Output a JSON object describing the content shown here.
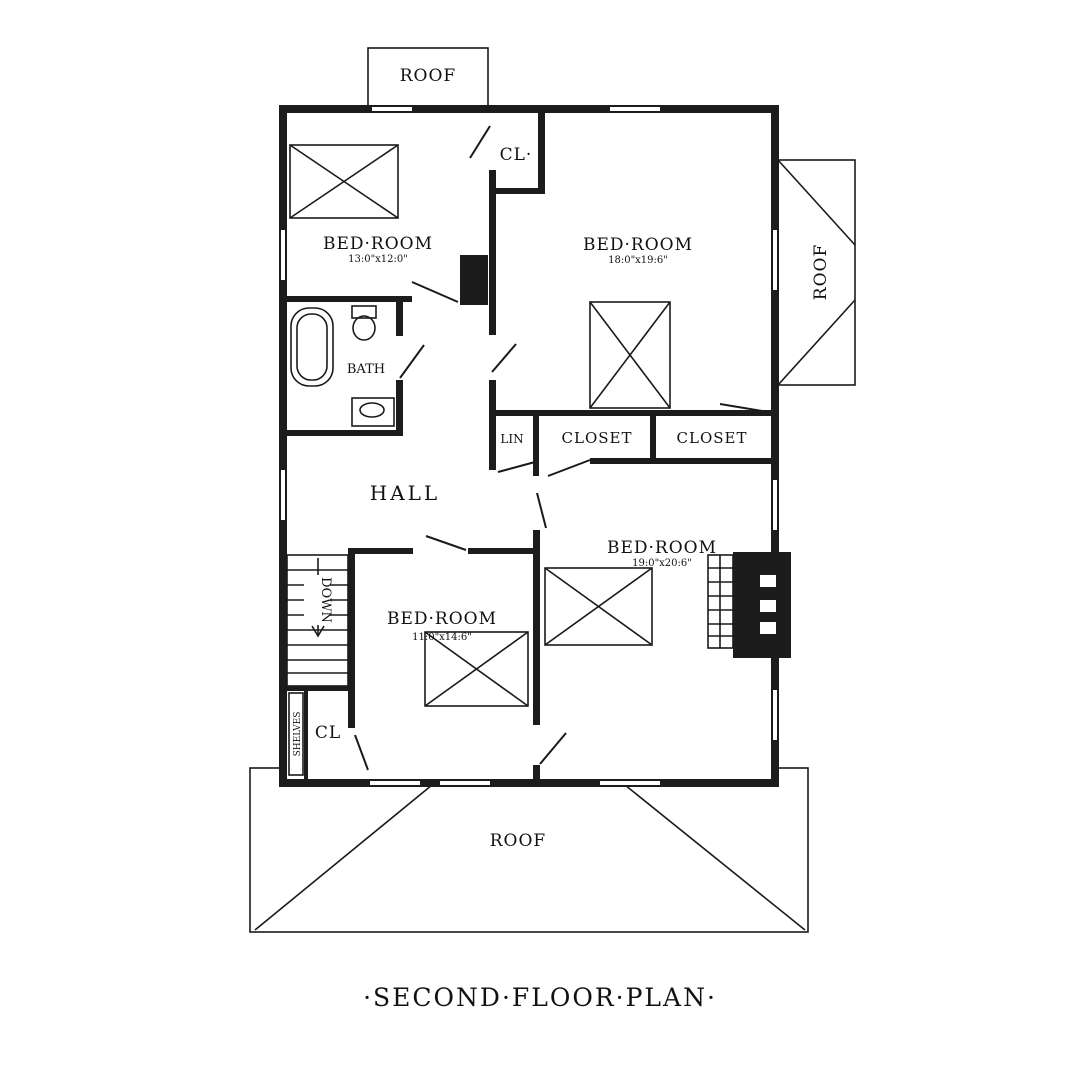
{
  "title": "·SECOND·FLOOR·PLAN·",
  "roofs": {
    "top": "ROOF",
    "right": "ROOF",
    "bottom": "ROOF"
  },
  "rooms": {
    "bedroom_nw": {
      "label": "BED·ROOM",
      "size": "13:0\"x12:0\""
    },
    "bedroom_ne": {
      "label": "BED·ROOM",
      "size": "18:0\"x19:6\""
    },
    "bedroom_se": {
      "label": "BED·ROOM",
      "size": "19:0\"x20:6\""
    },
    "bedroom_sw": {
      "label": "BED·ROOM",
      "size": "11:0\"x14:6\""
    },
    "closet_nw": "CL·",
    "closet_sw": "CL",
    "bath": "BATH",
    "hall": "HALL",
    "linen": "LIN",
    "closet_1": "CLOSET",
    "closet_2": "CLOSET",
    "stairs": "DOWN",
    "shelves": "SHELVES"
  }
}
